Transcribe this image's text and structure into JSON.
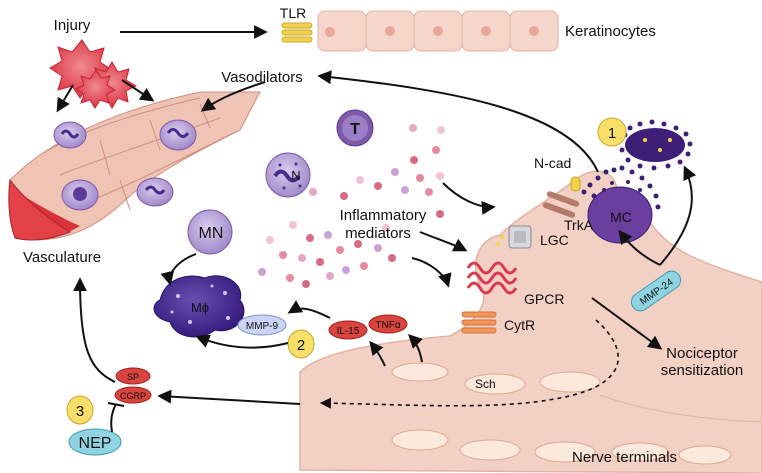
{
  "labels": {
    "injury": "Injury",
    "tlr": "TLR",
    "keratinocytes": "Keratinocytes",
    "vasodilators": "Vasodilators",
    "vasculature": "Vasculature",
    "t_cell": "T",
    "neutrophil": "N",
    "mn": "MN",
    "macrophage": "Mϕ",
    "inflammatory_mediators_line1": "Inflammatory",
    "inflammatory_mediators_line2": "mediators",
    "n_cad": "N-cad",
    "mast_cell": "MC",
    "trka": "TrkA",
    "lgc": "LGC",
    "gpcr": "GPCR",
    "cytr": "CytR",
    "mmp24": "MMP-24",
    "mmp9": "MMP-9",
    "il15": "IL-15",
    "tnfa": "TNFα",
    "sp": "SP",
    "cgrp": "CGRP",
    "nep": "NEP",
    "sch": "Sch",
    "nociceptor_line1": "Nociceptor",
    "nociceptor_line2": "sensitization",
    "nerve_terminals": "Nerve terminals",
    "step1": "1",
    "step2": "2",
    "step3": "3"
  },
  "colors": {
    "nerve": "#f3d0c4",
    "nerve_edge": "#e2b3a3",
    "vessel_red": "#d8333b",
    "cell_purple": "#7e5aa8",
    "dark_purple": "#3e1f78",
    "yellow": "#f2d24b",
    "red_label": "#d9443e",
    "light_blue": "#8fd4e0",
    "star_red": "#e23b4c"
  }
}
